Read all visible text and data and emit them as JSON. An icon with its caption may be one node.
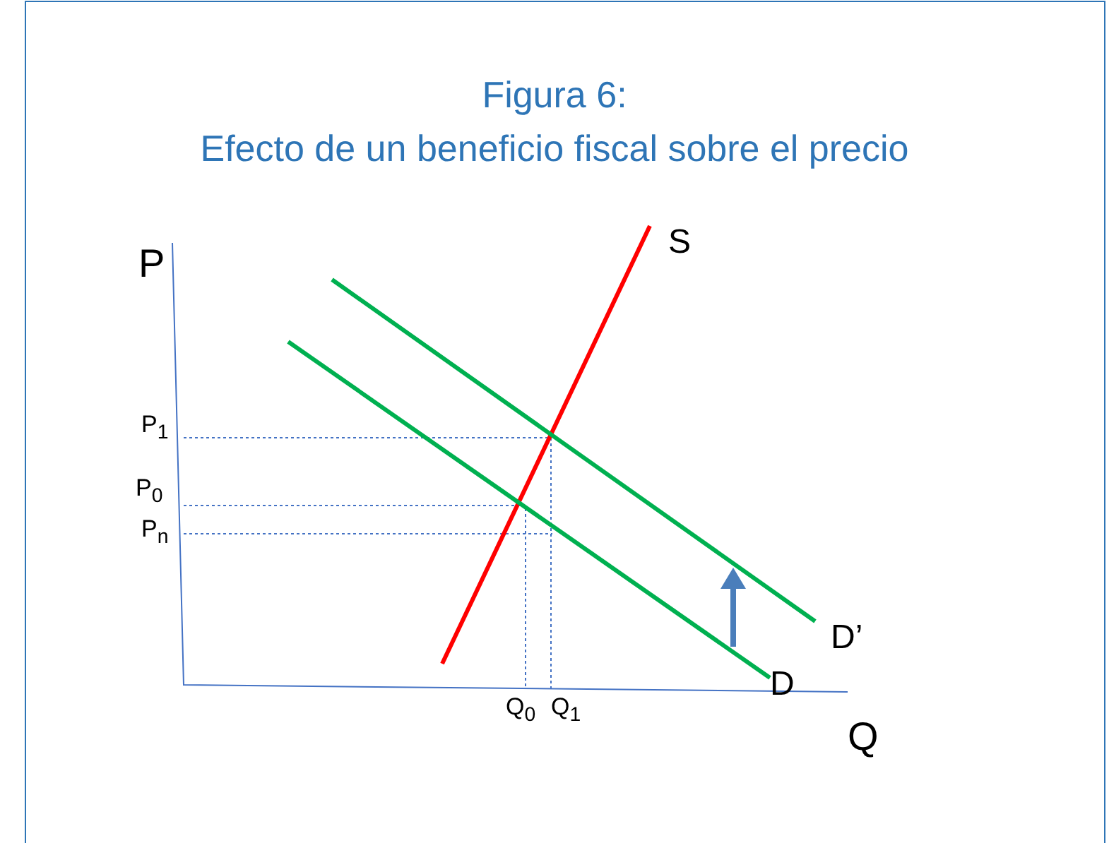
{
  "diagram": {
    "title": "Figura 6: Efecto de un beneficio fiscal sobre el precio",
    "labels": [
      "S",
      "P",
      "P$_{1}$",
      "P$_{0}$",
      "P$_{n}$",
      "D’",
      "D",
      "Q$_{0}$",
      "Q$_{1}$",
      "Q"
    ]
  }
}
